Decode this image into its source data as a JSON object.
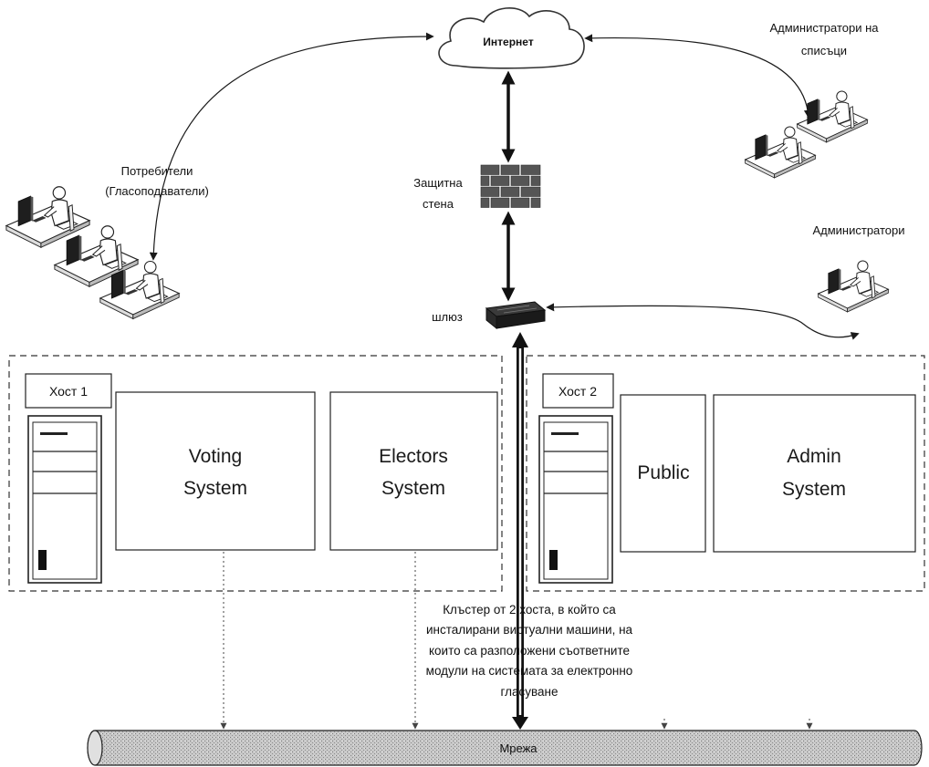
{
  "internet": {
    "label": "Интернет"
  },
  "list_admins": {
    "label": [
      "Администратори на",
      "списъци"
    ]
  },
  "users": {
    "label": [
      "Потребители",
      "(Гласоподаватели)"
    ]
  },
  "firewall": {
    "label": [
      "Защитна",
      "стена"
    ]
  },
  "admins": {
    "label": "Администратори"
  },
  "gateway": {
    "label": "шлюз"
  },
  "host1": {
    "label": "Хост 1",
    "modules": [
      {
        "name": [
          "Voting",
          "System"
        ]
      },
      {
        "name": [
          "Electors",
          "System"
        ]
      }
    ]
  },
  "host2": {
    "label": "Хост 2",
    "modules": [
      {
        "name": [
          "Public"
        ]
      },
      {
        "name": [
          "Admin",
          "System"
        ]
      }
    ]
  },
  "cluster_note": [
    "Клъстер от 2 хоста, в който са",
    "инсталирани виртуални машини, на",
    "които са разположени съответните",
    "модули на системата за електронно",
    "гласуване"
  ],
  "network": {
    "label": "Мрежа"
  },
  "icons": {
    "internet": "cloud-icon",
    "firewall": "brick-wall-icon",
    "gateway": "router-icon",
    "host": "server-tower-icon",
    "user": "user-workstation-icon"
  },
  "colors": {
    "line": "#1a1a1a",
    "brick": "#555555",
    "gateway": "#2a2a2a",
    "network_pipe": "#c8c8c8"
  }
}
